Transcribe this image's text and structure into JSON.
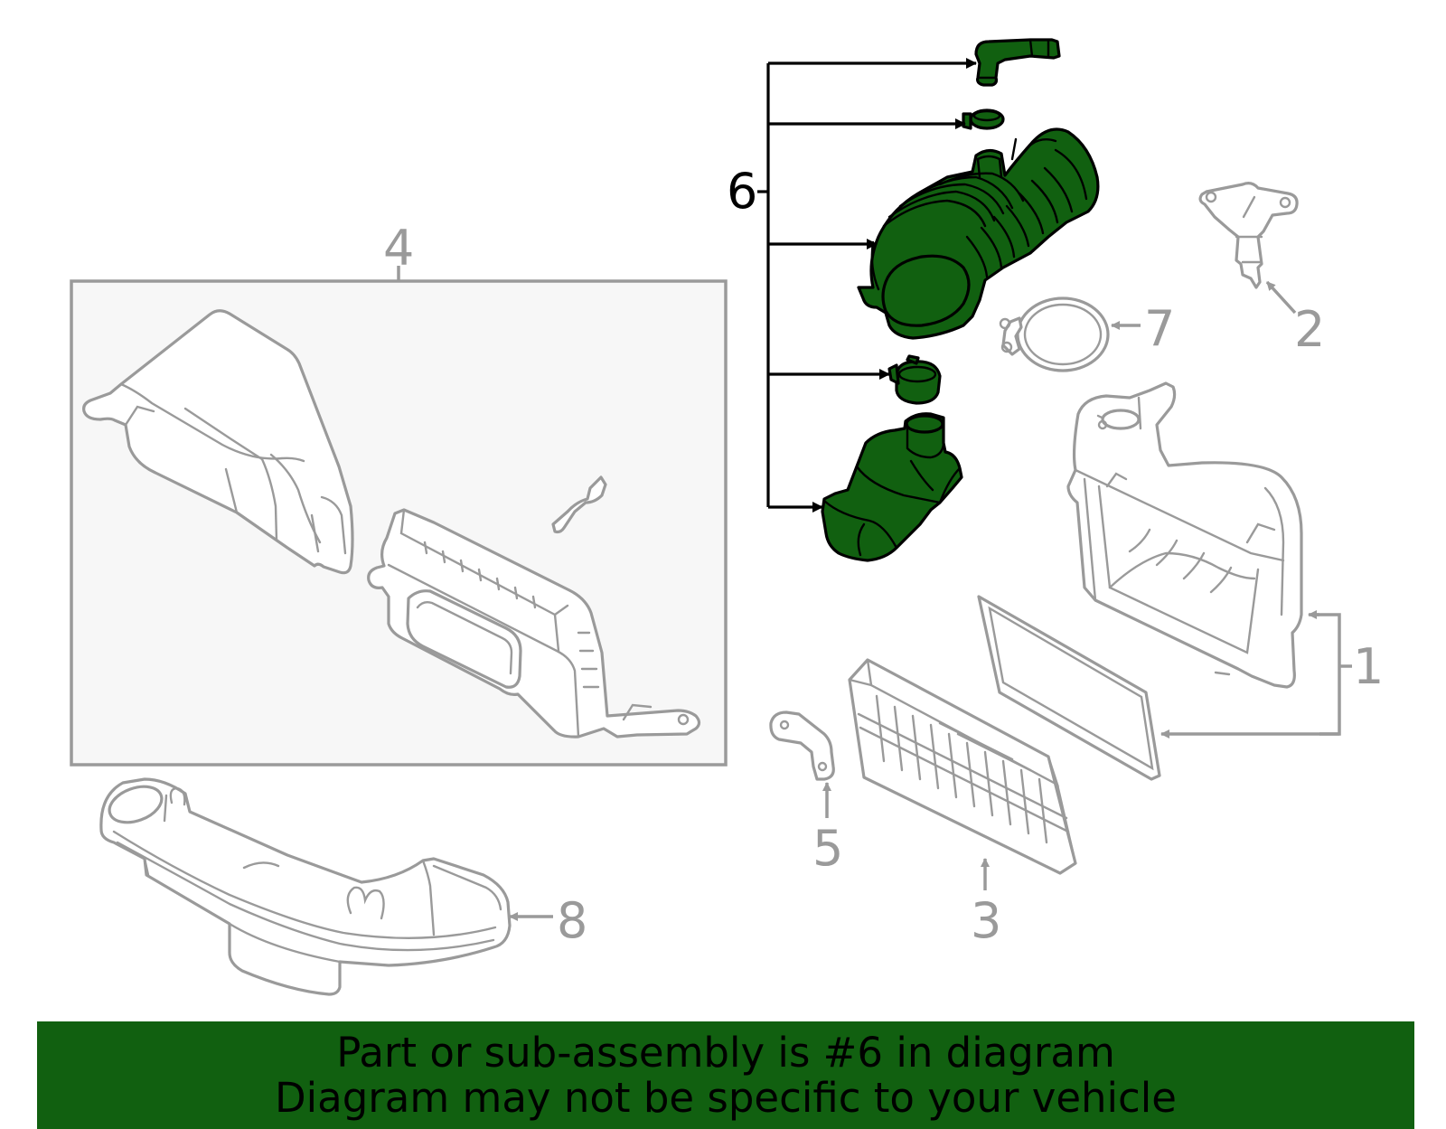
{
  "callouts": {
    "part_1": "1",
    "part_2": "2",
    "part_3": "3",
    "part_4": "4",
    "part_5": "5",
    "part_6": "6",
    "part_7": "7",
    "part_8": "8"
  },
  "highlighted_part": "6",
  "colors": {
    "highlight_fill": "#116010",
    "part_outline": "#9a9a9a",
    "assembly_box_fill": "#f7f7f7",
    "banner_background": "#116010"
  },
  "banner": {
    "line1": "Part or sub-assembly is #6 in diagram",
    "line2": "Diagram may not be specific to your vehicle"
  }
}
